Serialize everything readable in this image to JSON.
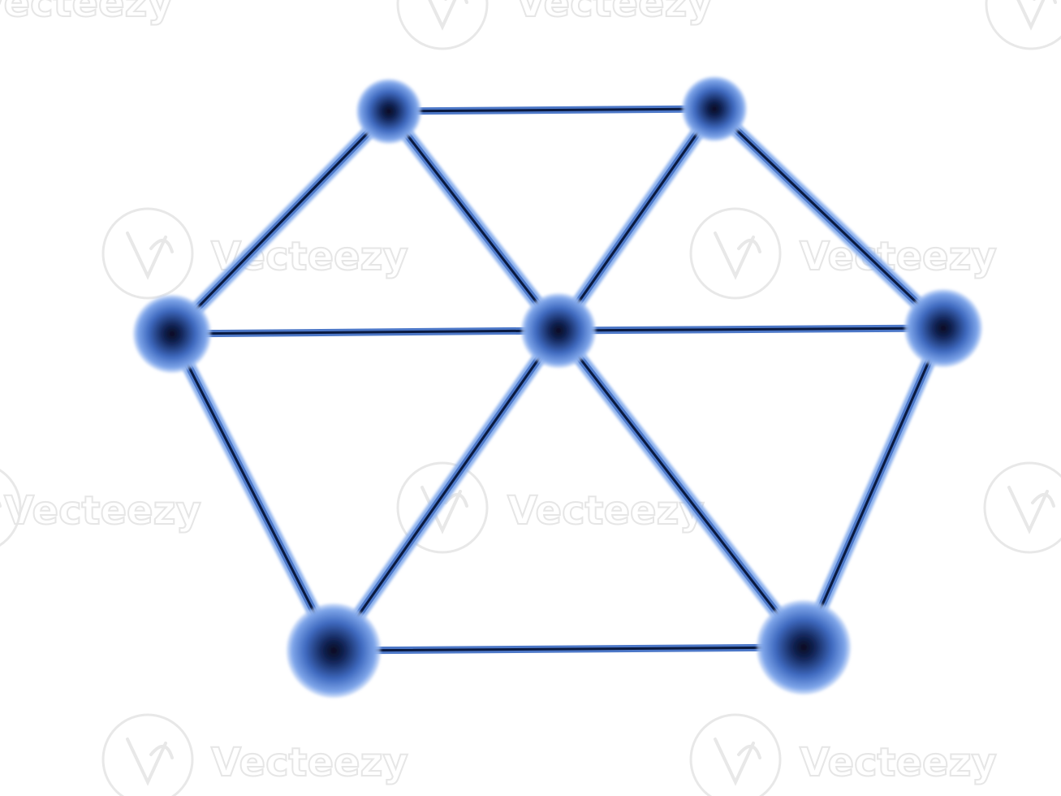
{
  "watermark": {
    "text": "Vecteezy"
  },
  "colors": {
    "background": "#ffffff",
    "node_edge": "#8fb4f0",
    "node_mid": "#4d78c8",
    "node_core": "#0a1430",
    "rod_light": "#8eb2ee",
    "rod_dark": "#0a1a40",
    "watermark": "#e6e6e6"
  },
  "figure": {
    "subject": "hexagonal molecular network of spheres joined by rods",
    "node_count": 7,
    "edge_count": 12
  }
}
